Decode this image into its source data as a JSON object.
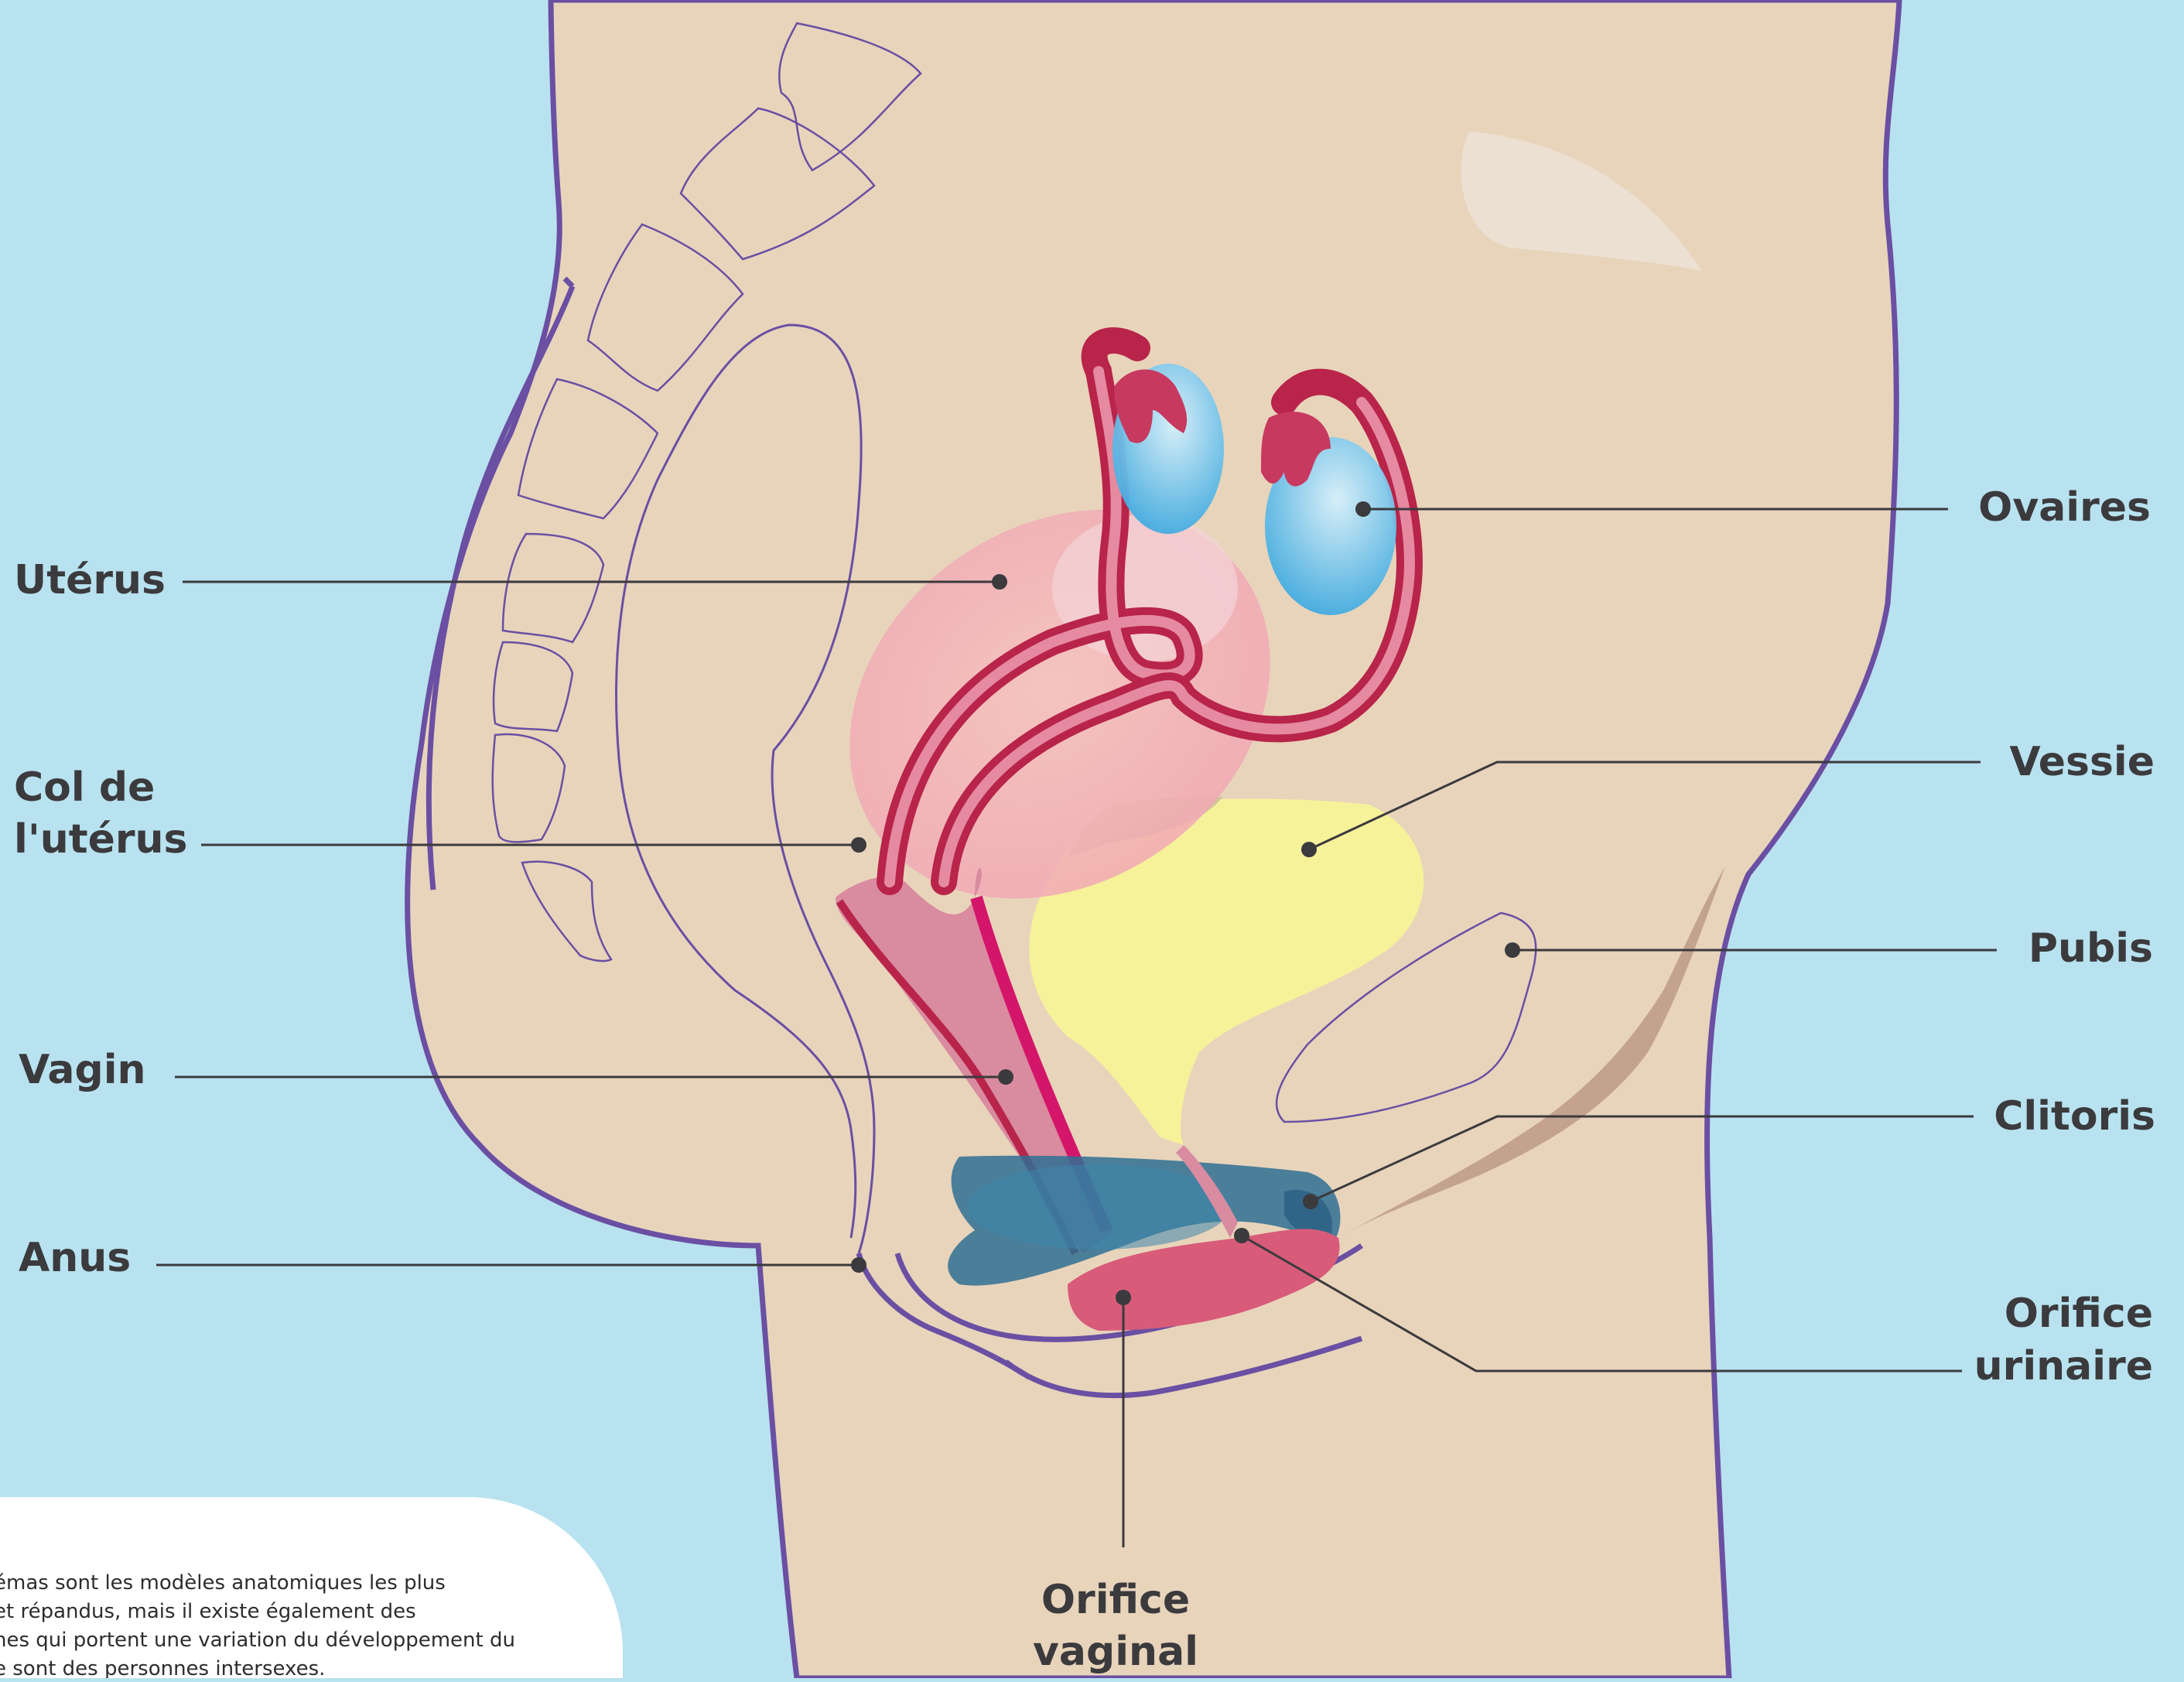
{
  "labels": {
    "ovaires": "Ovaires",
    "uterus": "Utérus",
    "col_line1": "Col de",
    "col_line2": "l'utérus",
    "vessie": "Vessie",
    "pubis": "Pubis",
    "vagin": "Vagin",
    "clitoris": "Clitoris",
    "anus": "Anus",
    "orifice_urinaire_line1": "Orifice",
    "orifice_urinaire_line2": "urinaire",
    "orifice_vaginal_line1": "Orifice",
    "orifice_vaginal_line2": "vaginal"
  },
  "note": {
    "line1": "émas sont les modèles anatomiques les plus",
    "line2": "et répandus, mais il existe également des",
    "line3": "nes qui portent une variation du développement du",
    "line4": "e sont des personnes intersexes."
  },
  "colors": {
    "background": "#b8e2ef",
    "body": "#e8d4bb",
    "outline": "#6a4fa3",
    "uterus": "#f2b4bb",
    "tube": "#b8244a",
    "ovary": "#4ab3e3",
    "bladder": "#f6f29a",
    "clitoris": "#2f6f93",
    "leader": "#3b3a3d"
  }
}
